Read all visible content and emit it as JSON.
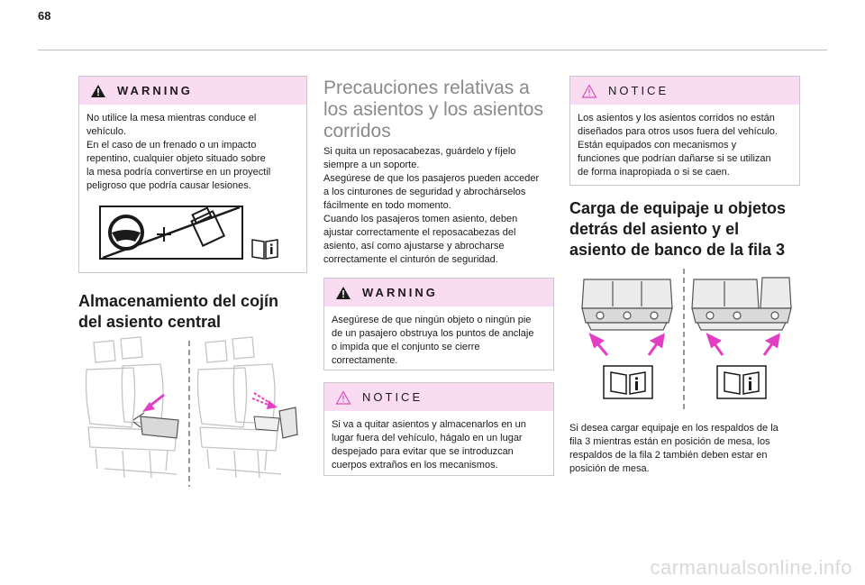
{
  "page": {
    "number": "68"
  },
  "left_column": {
    "warning": {
      "label": "WARNING",
      "lines": [
        "No utilice la mesa mientras conduce el",
        "vehículo.",
        "En el caso de un frenado o un impacto",
        "repentino, cualquier objeto situado sobre",
        "la mesa podría convertirse en un proyectil",
        "peligroso que podría causar lesiones."
      ],
      "icons": [
        "steering-wheel-icon",
        "no-table-while-driving-icon",
        "manual-book-icon"
      ]
    },
    "section_title": [
      "Almacenamiento del cojín",
      "del asiento central"
    ],
    "illustration": "seat-cushion-storage-illustration"
  },
  "middle_column": {
    "title": [
      "Precauciones relativas a",
      "los asientos y los asientos",
      "corridos"
    ],
    "paragraph": [
      "Si quita un reposacabezas, guárdelo y fíjelo",
      "siempre a un soporte.",
      "Asegúrese de que los pasajeros pueden acceder",
      "a los cinturones de seguridad y abrochárselos",
      "fácilmente en todo momento.",
      "Cuando los pasajeros tomen asiento, deben",
      "ajustar correctamente el reposacabezas del",
      "asiento, así como ajustarse y abrocharse",
      "correctamente el cinturón de seguridad."
    ],
    "warning": {
      "label": "WARNING",
      "lines": [
        "Asegúrese de que ningún objeto o ningún pie",
        "de un pasajero obstruya los puntos de anclaje",
        "o impida que el conjunto se cierre",
        "correctamente."
      ]
    },
    "notice": {
      "label": "NOTICE",
      "lines": [
        "Si va a quitar asientos y almacenarlos en un",
        "lugar fuera del vehículo, hágalo en un lugar",
        "despejado para evitar que se introduzcan",
        "cuerpos extraños en los mecanismos."
      ]
    }
  },
  "right_column": {
    "notice": {
      "label": "NOTICE",
      "lines": [
        "Los asientos y los asientos corridos no están",
        "diseñados para otros usos fuera del vehículo.",
        "Están equipados con mecanismos y",
        "funciones que podrían dañarse si se utilizan",
        "de forma inapropiada o si se caen."
      ]
    },
    "section_title": [
      "Carga de equipaje u objetos",
      "detrás del asiento y el",
      "asiento de banco de la fila 3"
    ],
    "illustration": "row3-seatback-luggage-illustration",
    "paragraph": [
      "Si desea cargar equipaje en los respaldos de la",
      "fila 3 mientras están en posición de mesa, los",
      "respaldos de la fila 2 también deben estar en",
      "posición de mesa."
    ]
  },
  "footer": {
    "watermark": "carmanualsonline.info"
  },
  "colors": {
    "box_header": "#fadcf2",
    "accent_magenta": "#e23fc4",
    "warning_triangle": "#1a1a1a",
    "notice_triangle": "#d94fb8"
  }
}
